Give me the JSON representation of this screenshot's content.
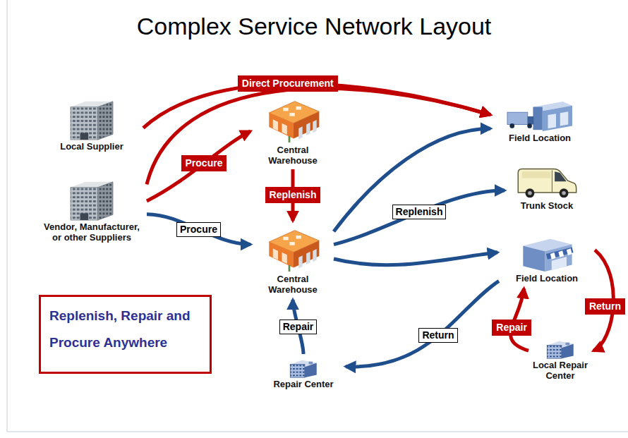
{
  "diagram": {
    "title": "Complex Service Network Layout",
    "nodes": [
      {
        "text": [
          "Local Supplier"
        ]
      },
      {
        "text": [
          "Vendor, Manufacturer, or other Suppliers"
        ]
      },
      {
        "text": [
          "Central Warehouse"
        ]
      },
      {
        "text": [
          "Central Warehouse"
        ]
      },
      {
        "text": [
          "Repair Center"
        ]
      },
      {
        "text": [
          "Field Location"
        ]
      },
      {
        "text": [
          "Trunk Stock"
        ]
      },
      {
        "text": [
          "Field Location"
        ]
      },
      {
        "text": [
          "Local Repair Center"
        ]
      },
      {
        "text": [
          "Replenish, Repair and Procure Anywhere"
        ]
      }
    ],
    "edges": [
      {
        "from": 0,
        "to": 5,
        "label": "Direct Procurement",
        "arrow": "to"
      },
      {
        "from": 1,
        "to": 5,
        "arrow": "to"
      },
      {
        "from": 1,
        "to": 2,
        "label": "Procure",
        "arrow": "to"
      },
      {
        "from": 2,
        "to": 3,
        "label": "Replenish",
        "arrow": "to"
      },
      {
        "from": 1,
        "to": 3,
        "label": "Procure",
        "arrow": "to"
      },
      {
        "from": 3,
        "to": 5,
        "arrow": "to"
      },
      {
        "from": 3,
        "to": 6,
        "label": "Replenish",
        "arrow": "to"
      },
      {
        "from": 3,
        "to": 7,
        "arrow": "to"
      },
      {
        "from": 7,
        "to": 4,
        "label": "Return",
        "arrow": "to"
      },
      {
        "from": 4,
        "to": 3,
        "label": "Repair",
        "arrow": "to"
      },
      {
        "from": 7,
        "to": 8,
        "label": "Return",
        "arrow": "to"
      },
      {
        "from": 8,
        "to": 7,
        "label": "Repair",
        "arrow": "to"
      }
    ]
  }
}
